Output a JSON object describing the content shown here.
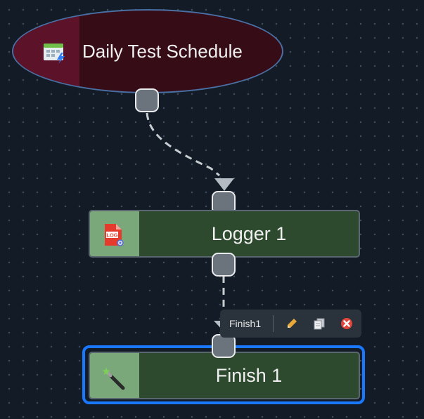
{
  "nodes": {
    "trigger": {
      "label": "Daily Test Schedule",
      "icon": "calendar-schedule-icon"
    },
    "logger": {
      "label": "Logger 1",
      "icon": "log-file-icon"
    },
    "finish": {
      "label": "Finish 1",
      "icon": "magic-wand-icon"
    }
  },
  "toolbar": {
    "name": "Finish1",
    "actions": [
      "edit-icon",
      "duplicate-icon",
      "delete-icon"
    ]
  },
  "colors": {
    "canvas_bg": "#131c26",
    "trigger_fill": "#360c16",
    "trigger_border": "#4a6fa3",
    "node_fill": "#2d4a2e",
    "node_icon_zone": "#7aa87a",
    "selection": "#1a78ff",
    "delete": "#e0463b"
  }
}
